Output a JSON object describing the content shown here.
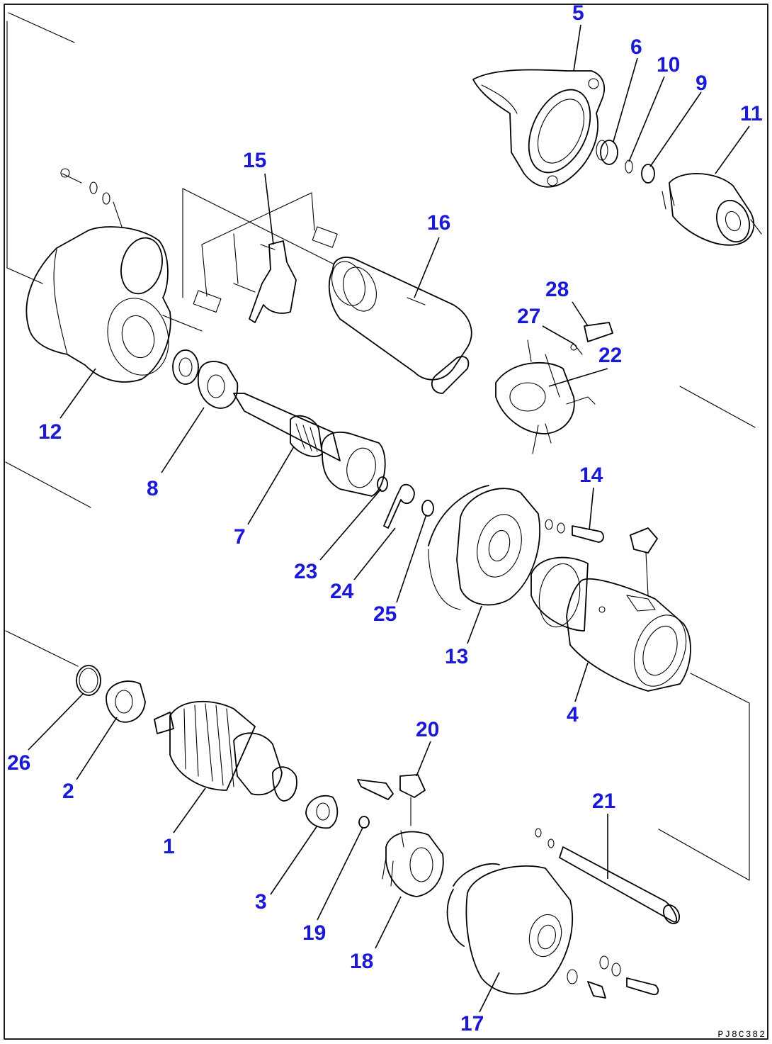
{
  "diagram": {
    "label_color": "#1a1ad6",
    "document_code": "PJ8C382"
  },
  "parts": [
    {
      "num": "1"
    },
    {
      "num": "2"
    },
    {
      "num": "3"
    },
    {
      "num": "4"
    },
    {
      "num": "5"
    },
    {
      "num": "6"
    },
    {
      "num": "7"
    },
    {
      "num": "8"
    },
    {
      "num": "9"
    },
    {
      "num": "10"
    },
    {
      "num": "11"
    },
    {
      "num": "12"
    },
    {
      "num": "13"
    },
    {
      "num": "14"
    },
    {
      "num": "15"
    },
    {
      "num": "16"
    },
    {
      "num": "17"
    },
    {
      "num": "18"
    },
    {
      "num": "19"
    },
    {
      "num": "20"
    },
    {
      "num": "21"
    },
    {
      "num": "22"
    },
    {
      "num": "23"
    },
    {
      "num": "24"
    },
    {
      "num": "25"
    },
    {
      "num": "26"
    },
    {
      "num": "27"
    },
    {
      "num": "28"
    }
  ]
}
